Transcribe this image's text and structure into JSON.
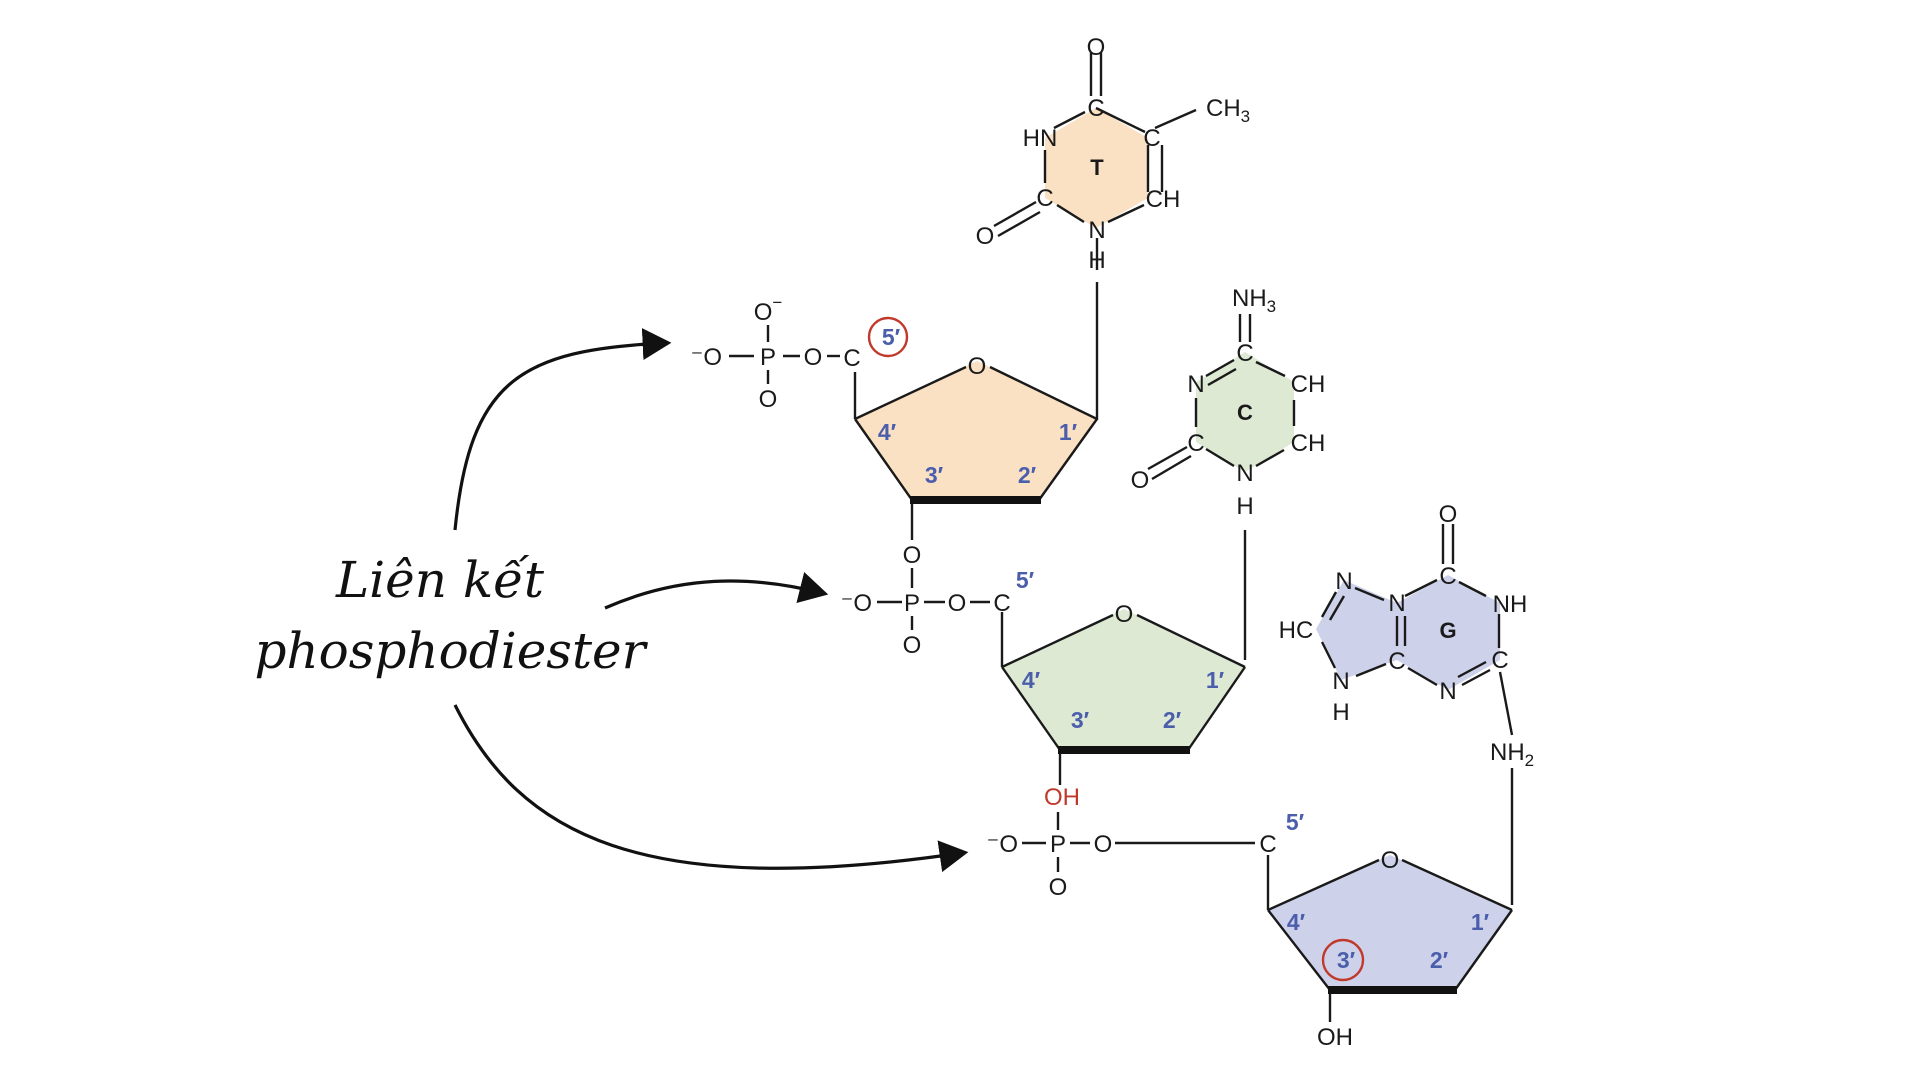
{
  "colors": {
    "thymine": "#fbe1c4",
    "cytosine": "#dde9d3",
    "guanine": "#cdd2ea",
    "position_label": "#4a5eab",
    "highlight": "#c0392b"
  },
  "label": {
    "line1": "Liên kết",
    "line2": "phosphodiester"
  },
  "atoms": {
    "O": "O",
    "N": "N",
    "C": "C",
    "P": "P",
    "H": "H",
    "HN": "HN",
    "NH": "NH",
    "CH": "CH",
    "HC": "HC",
    "OH": "OH",
    "O_minus": "⁻O",
    "CH3": "CH",
    "NH3": "NH",
    "NH2": "NH",
    "sub3": "3",
    "sub2": "2",
    "charge": "−"
  },
  "positions": {
    "p1": "1′",
    "p2": "2′",
    "p3": "3′",
    "p4": "4′",
    "p5": "5′"
  },
  "bases": {
    "thymine": "T",
    "cytosine": "C",
    "guanine": "G"
  }
}
